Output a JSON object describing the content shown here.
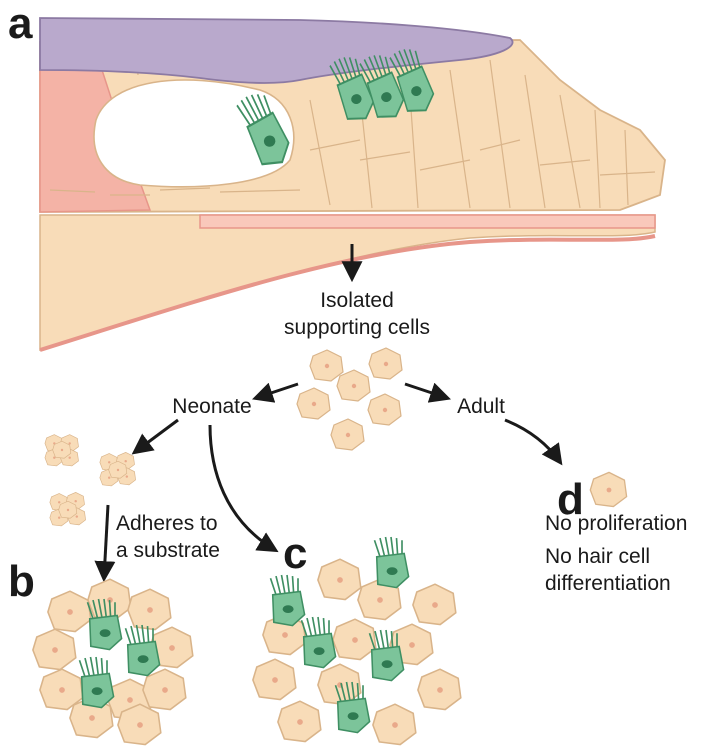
{
  "panels": {
    "a": "a",
    "b": "b",
    "c": "c",
    "d": "d"
  },
  "labels": {
    "isolated_line1": "Isolated",
    "isolated_line2": "supporting cells",
    "neonate": "Neonate",
    "adult": "Adult",
    "adheres_line1": "Adheres to",
    "adheres_line2": "a substrate",
    "no_proliferation": "No proliferation",
    "no_hair_line1": "No hair cell",
    "no_hair_line2": "differentiation"
  },
  "colors": {
    "supporting_cell_fill": "#f8dcb8",
    "cell_outline": "#d9b48a",
    "hair_cell_fill": "#7cc49a",
    "hair_cell_outline": "#3f8f63",
    "nucleus_hair": "#2f7a52",
    "tectorial_membrane": "#b9a9cc",
    "basilar_pink": "#f4b3a6",
    "arrow": "#1a1a1a"
  }
}
